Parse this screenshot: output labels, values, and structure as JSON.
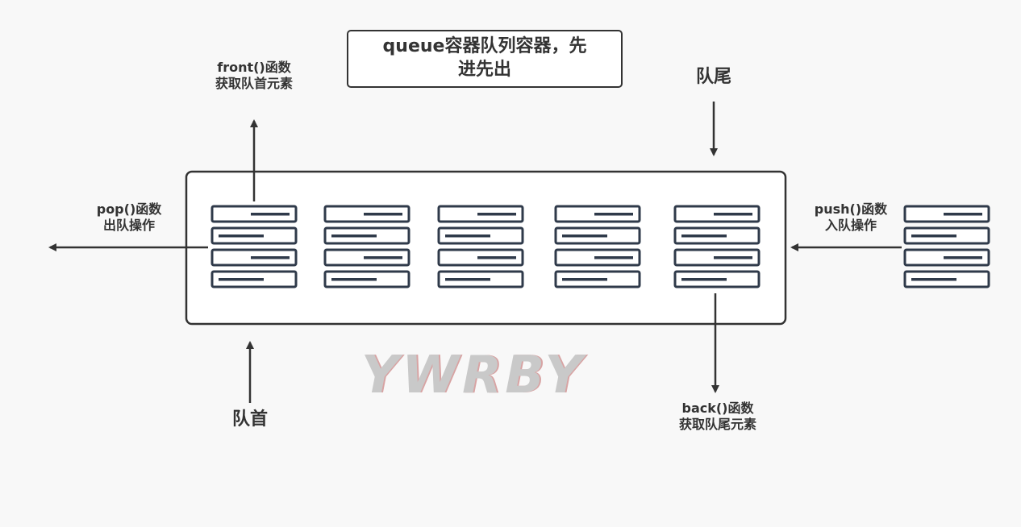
{
  "title": {
    "line1": "queue容器队列容器，先",
    "line2": "进先出"
  },
  "labels": {
    "front": {
      "line1": "front()函数",
      "line2": "获取队首元素"
    },
    "tail_top": "队尾",
    "pop": {
      "line1": "pop()函数",
      "line2": "出队操作"
    },
    "push": {
      "line1": "push()函数",
      "line2": "入队操作"
    },
    "head_bottom": "队首",
    "back": {
      "line1": "back()函数",
      "line2": "获取队尾元素"
    }
  },
  "watermark": "YWRBY",
  "queue": {
    "element_count": 5,
    "incoming_element_count": 1
  },
  "colors": {
    "stroke": "#333333",
    "element_fill": "#ffffff",
    "element_stroke": "#2f3a4a"
  }
}
